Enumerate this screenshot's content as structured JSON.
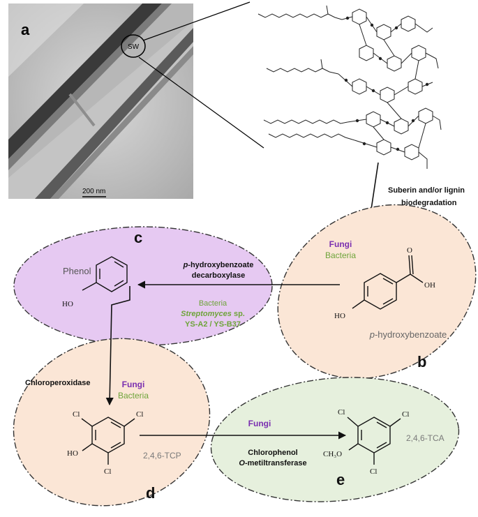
{
  "colors": {
    "purple_text": "#7a2fb0",
    "green_text": "#6ea43a",
    "gray_text": "#7a7a7a",
    "ellipse_peach": "#fbe6d6",
    "ellipse_lavender": "#e6c9f2",
    "ellipse_green": "#e6f0dd",
    "border": "#333333"
  },
  "panel_a": {
    "letter": "a",
    "circle_label": "SW",
    "scale_bar": "200 nm"
  },
  "arrow_top": {
    "line1": "Suberin and/or lignin",
    "line2": "biodegradation"
  },
  "panel_b": {
    "letter": "b",
    "organisms": [
      "Fungi",
      "Bacteria"
    ],
    "compound_prefix": "p",
    "compound_rest": "-hydroxybenzoate",
    "atom_oh_top": "OH",
    "atom_o": "O",
    "atom_ho": "HO"
  },
  "panel_c": {
    "letter": "c",
    "compound": "Phenol",
    "atom_ho": "HO",
    "enzyme_prefix": "p",
    "enzyme_rest": "-hydroxybenzoate",
    "enzyme_line2": "decarboxylase",
    "organism": "Bacteria",
    "genus": "Streptomyces",
    "sp": " sp.",
    "strains": "YS-A2 / YS-B37"
  },
  "panel_d": {
    "letter": "d",
    "enzyme": "Chloroperoxidase",
    "organisms": [
      "Fungi",
      "Bacteria"
    ],
    "compound": "2,4,6-TCP",
    "atom_cl": "Cl",
    "atom_ho": "HO"
  },
  "panel_e": {
    "letter": "e",
    "organism": "Fungi",
    "enzyme_line1": "Chlorophenol",
    "enzyme_o": "O",
    "enzyme_rest": "-metiltransferase",
    "compound": "2,4,6-TCA",
    "atom_cl": "Cl",
    "atom_ch3o": "CH₃O"
  }
}
